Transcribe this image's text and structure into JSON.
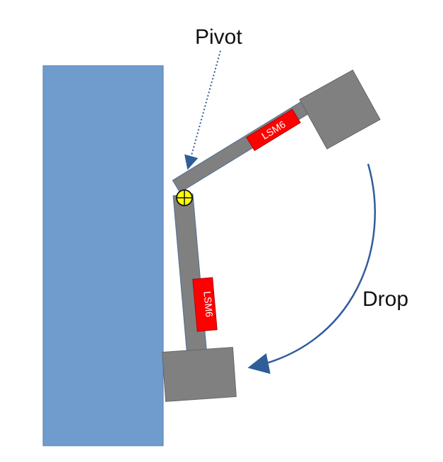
{
  "labels": {
    "pivot": "Pivot",
    "drop": "Drop"
  },
  "sensors": [
    {
      "label": "LSM6"
    },
    {
      "label": "LSM6"
    }
  ],
  "colors": {
    "wall": "#6f9bcd",
    "arm": "#808080",
    "sensor": "#ff0000",
    "pivot_marker": "#ffff00",
    "arrow": "#2f5d9a"
  },
  "icons": {
    "pivot_marker": "crosshair-circle-icon"
  }
}
